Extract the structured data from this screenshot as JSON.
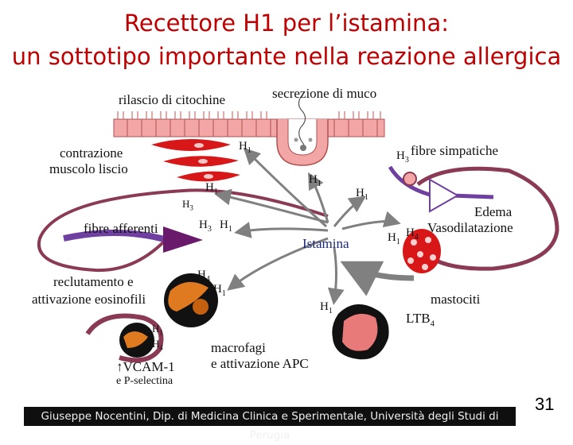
{
  "title": {
    "line1": "Recettore H1 per l’istamina:",
    "line2": "un sottotipo importante nella reazione allergica"
  },
  "labels": {
    "citochine": "rilascio di citochine",
    "muco": "secrezione di muco",
    "contrazione_1": "contrazione",
    "contrazione_2": "muscolo liscio",
    "fibre_simpatiche": "fibre simpatiche",
    "fibre_afferenti": "fibre afferenti",
    "edema_1": "Edema",
    "edema_2": "Vasodilatazione",
    "istamina": "Istamina",
    "reclutamento_1": "reclutamento e",
    "reclutamento_2": "attivazione eosinofili",
    "mastociti": "mastociti",
    "ltb4_main": "LTB",
    "ltb4_sub": "4",
    "macrofagi_1": "macrofagi",
    "macrofagi_2": "e attivazione APC",
    "vcam": "↑VCAM-1",
    "pselectina": "e P-selectina"
  },
  "receptors": {
    "h1_muscle": {
      "main": "H",
      "sub": "1"
    },
    "h1_mid": {
      "main": "H",
      "sub": "1"
    },
    "h1_mucus": {
      "main": "H",
      "sub": "1"
    },
    "h3_symp": {
      "main": "H",
      "sub": "3"
    },
    "h1_right": {
      "main": "H",
      "sub": "1"
    },
    "h3_left": {
      "main": "H",
      "sub": "3"
    },
    "h3_aff": {
      "main": "H",
      "sub": "3"
    },
    "h1_aff": {
      "main": "H",
      "sub": "1"
    },
    "h1_edema": {
      "main": "H",
      "sub": "1"
    },
    "h4_edema": {
      "main": "H",
      "sub": "4"
    },
    "h4_eos": {
      "main": "H",
      "sub": "4"
    },
    "h1_eos": {
      "main": "H",
      "sub": "1"
    },
    "h1_macro": {
      "main": "H",
      "sub": "1"
    },
    "h1_cell": {
      "main": "H",
      "sub": "1"
    },
    "h4_cell": {
      "main": "H",
      "sub": "4"
    }
  },
  "footer": "Giuseppe Nocentini, Dip. di Medicina Clinica e Sperimentale, Università degli Studi di Perugia",
  "page_number": "31",
  "colors": {
    "title": "#c00000",
    "cell_fill": "#f2a6a6",
    "muscle": "#d81818",
    "vessel": "#8a3a55",
    "arrow": "#808080",
    "fiber": "#7040a0"
  }
}
